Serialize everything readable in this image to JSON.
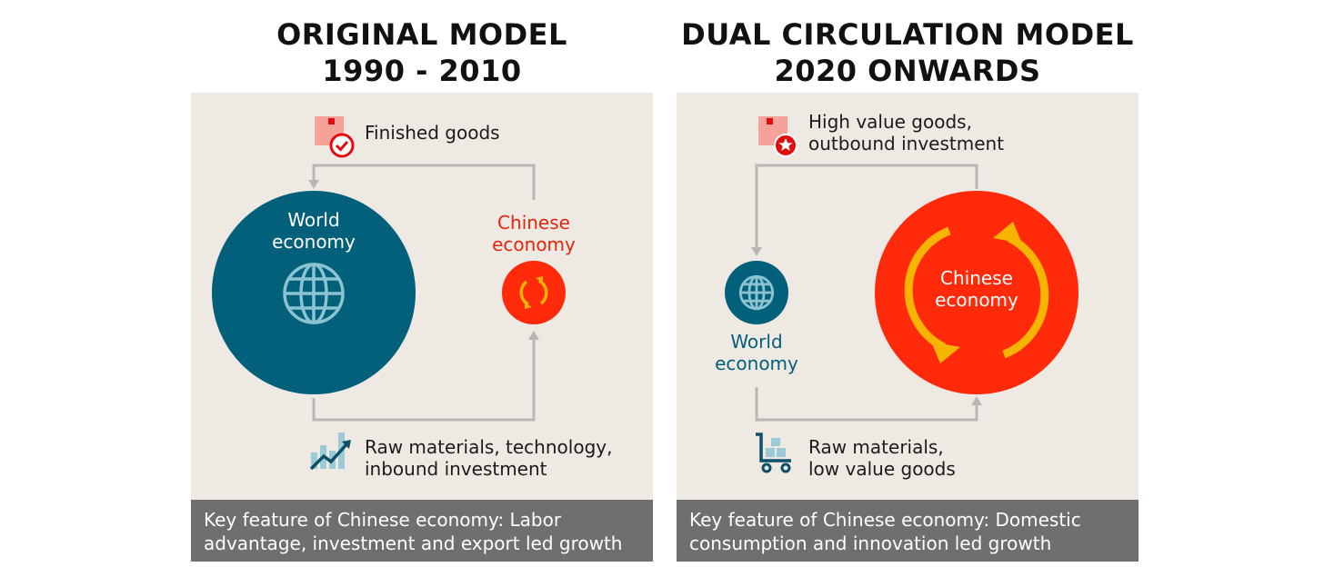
{
  "left": {
    "title_line1": "ORIGINAL MODEL",
    "title_line2": "1990 - 2010",
    "top_label": "Finished goods",
    "world_line1": "World",
    "world_line2": "economy",
    "china_line1": "Chinese",
    "china_line2": "economy",
    "bottom_line1": "Raw materials, technology,",
    "bottom_line2": "inbound investment",
    "footer_line1": "Key feature of Chinese economy: Labor",
    "footer_line2": "advantage, investment and export led growth"
  },
  "right": {
    "title_line1": "DUAL CIRCULATION MODEL",
    "title_line2": "2020 ONWARDS",
    "top_line1": "High value goods,",
    "top_line2": "outbound investment",
    "world_line1": "World",
    "world_line2": "economy",
    "china_line1": "Chinese",
    "china_line2": "economy",
    "bottom_line1": "Raw materials,",
    "bottom_line2": "low value goods",
    "footer_line1": "Key feature of Chinese economy: Domestic",
    "footer_line2": "consumption and innovation led growth"
  },
  "colors": {
    "world_teal": "#02607a",
    "china_red": "#ff2a0a",
    "arrow_yellow": "#f7b400",
    "connector_gray": "#b7b7b7",
    "panel_bg": "#efe9e3",
    "footer_bg": "#6f6f6f"
  },
  "icons": [
    "checkmark-box-icon",
    "globe-icon",
    "circular-arrows-icon",
    "rising-bar-chart-icon",
    "star-box-icon",
    "cart-icon"
  ]
}
